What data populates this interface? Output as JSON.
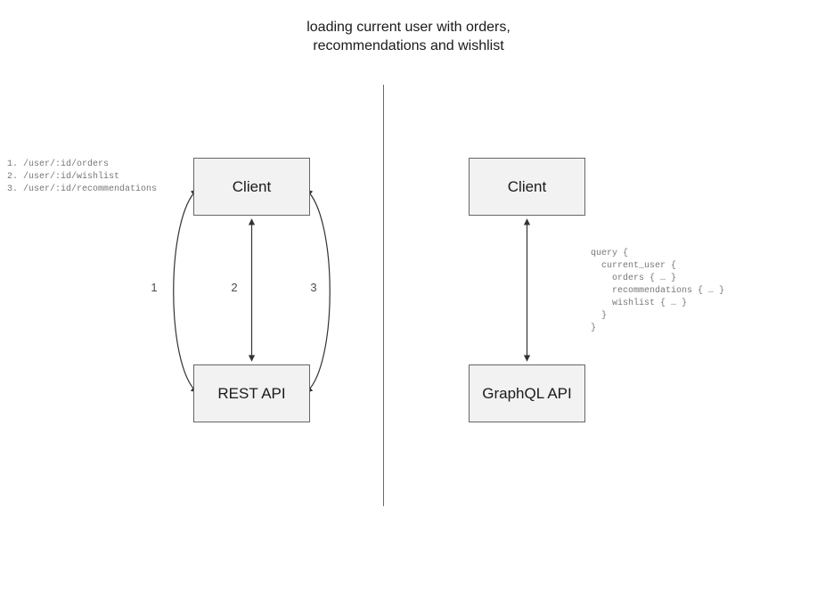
{
  "diagram": {
    "title": "loading current user with orders,\nrecommendations and wishlist",
    "divider_name": "vertical-divider",
    "left_panel": {
      "name": "rest-api-comparison-panel",
      "client_node": "Client",
      "service_node": "REST API",
      "edge_labels": [
        "1",
        "2",
        "3"
      ],
      "endpoints_annotation": "1. /user/:id/orders\n2. /user/:id/wishlist\n3. /user/:id/recommendations"
    },
    "right_panel": {
      "name": "graphql-api-comparison-panel",
      "client_node": "Client",
      "service_node": "GraphQL API",
      "query_annotation": "query {\n  current_user {\n    orders { … }\n    recommendations { … }\n    wishlist { … }\n  }\n}"
    }
  },
  "colors": {
    "node_fill": "#f2f2f2",
    "node_border": "#666666",
    "text": "#1a1a1a",
    "annotation_text": "#777777",
    "edge_stroke": "#333333",
    "divider": "#6b6b6b"
  }
}
